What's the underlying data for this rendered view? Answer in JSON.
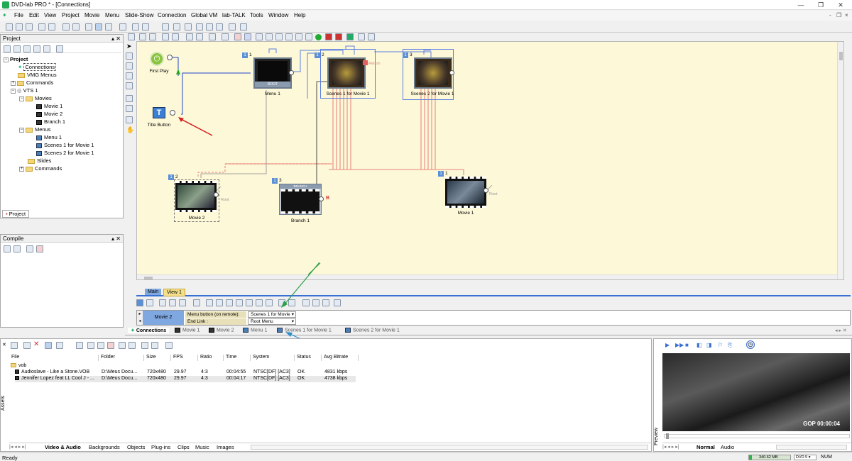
{
  "window": {
    "title": "DVD-lab PRO * - [Connections]",
    "controls": [
      "—",
      "❐",
      "✕"
    ],
    "mdi_controls": [
      "-",
      "❐",
      "×"
    ]
  },
  "menubar": [
    "File",
    "Edit",
    "View",
    "Project",
    "Movie",
    "Menu",
    "Slide-Show",
    "Connection",
    "Global VM",
    "lab-TALK",
    "Tools",
    "Window",
    "Help"
  ],
  "project_panel": {
    "title": "Project",
    "tab": "Project",
    "tree": {
      "root": "Project",
      "connections": "Connections",
      "vmg_menus": "VMG Menus",
      "commands": "Commands",
      "vts": "VTS 1",
      "movies": "Movies",
      "movie1": "Movie 1",
      "movie2": "Movie 2",
      "branch1": "Branch 1",
      "menus": "Menus",
      "menu1": "Menu 1",
      "scenes1": "Scenes 1 for Movie 1",
      "scenes2": "Scenes 2 for Movie 1",
      "slides": "Slides",
      "commands2": "Commands"
    }
  },
  "compile_panel": {
    "title": "Compile"
  },
  "canvas": {
    "first_play": "First Play",
    "title_button": "Title Button",
    "menu1": {
      "label": "Menu 1",
      "idx": "1",
      "badge": "1",
      "tag": "ROOT"
    },
    "scenes1": {
      "label": "Scenes 1 for Movie 1",
      "idx": "2",
      "badge": "1",
      "tag": "Return"
    },
    "scenes2": {
      "label": "Scenes 2 for Movie 1",
      "idx": "3",
      "badge": "1"
    },
    "movie2": {
      "label": "Movie 2",
      "idx": "2",
      "badge": "1",
      "tag": "Root"
    },
    "branch1": {
      "label": "Branch 1",
      "idx": "3",
      "badge": "1",
      "tag": "B",
      "banner": "BRANCH"
    },
    "movie1": {
      "label": "Movie 1",
      "idx": "1",
      "badge": "1",
      "tag": "Root"
    }
  },
  "view_tabs": [
    "Main",
    "View 1"
  ],
  "propgrid": {
    "name": "Movie 2",
    "rows": [
      {
        "label": "Menu button (on remote):",
        "value": "Scenes 1 for Movie"
      },
      {
        "label": "End Link :",
        "value": "Root Menu"
      }
    ]
  },
  "doc_tabs": [
    "Connections",
    "Movie 1",
    "Movie 2",
    "Menu 1",
    "Scenes 1 for Movie 1",
    "Scenes 2 for Movie 1"
  ],
  "assets": {
    "side_label": "Assets",
    "columns": [
      "File",
      "Folder",
      "Size",
      "FPS",
      "Ratio",
      "Time",
      "System",
      "Status",
      "Avg Bitrate"
    ],
    "group": "vob",
    "rows": [
      [
        "Audioslave - Like a Stone.VOB",
        "D:\\Meus Docu...",
        "720x480",
        "29.97",
        "4:3",
        "00:04:55",
        "NTSC[DF] [AC3]",
        "OK",
        "4831 kbps"
      ],
      [
        "Jennifer Lopez feat LL Cool J - ...",
        "D:\\Meus Docu...",
        "720x480",
        "29.97",
        "4:3",
        "00:04:17",
        "NTSC[DF] [AC3]",
        "OK",
        "4738 kbps"
      ]
    ],
    "tabs": [
      "Video & Audio",
      "Backgrounds",
      "Objects",
      "Plug-ins",
      "Clips",
      "Music",
      "Images"
    ]
  },
  "preview": {
    "side_label": "Preview",
    "gop": "GOP 00:00:04",
    "tabs": [
      "Normal",
      "Audio"
    ]
  },
  "statusbar": {
    "ready": "Ready",
    "size": "340.62 MB",
    "disc": "DVD 5",
    "num": "NUM"
  },
  "colors": {
    "accent": "#5b8fd6",
    "canvas_bg": "#fcf8d8",
    "arrow_red": "#d42020",
    "arrow_green": "#2e9e4a",
    "arrow_blue": "#2d8fc9"
  }
}
